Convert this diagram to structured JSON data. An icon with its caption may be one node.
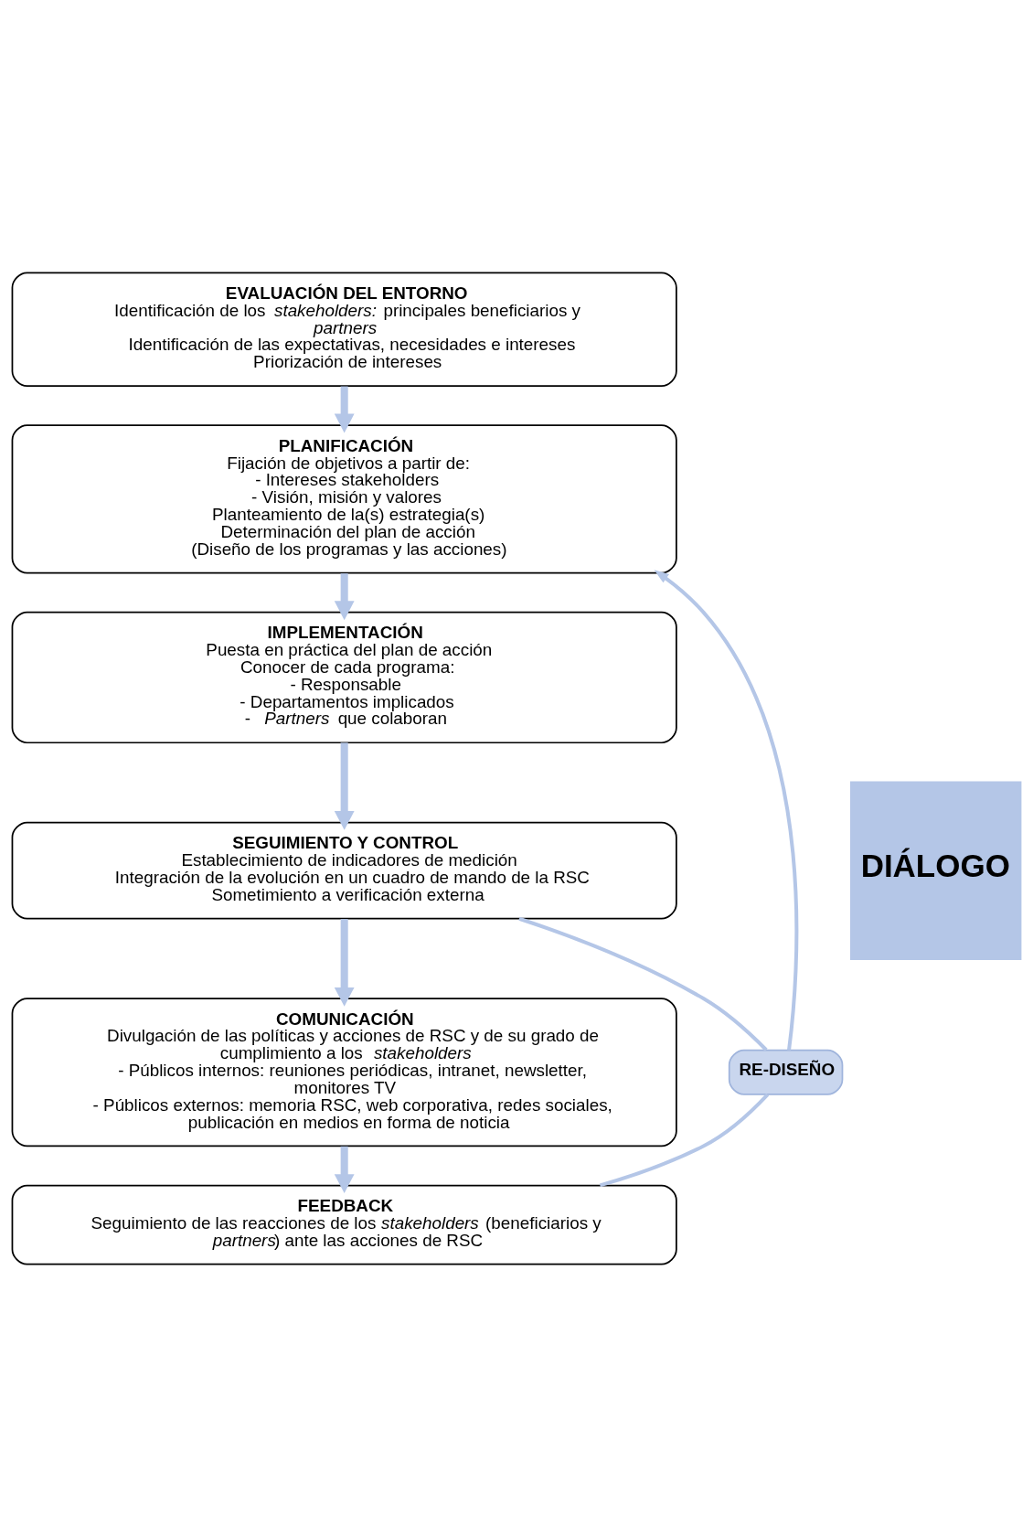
{
  "diagram": {
    "nodes": [
      {
        "text": [
          "EVALUACIÓN DEL ENTORNO",
          "Identificación de los *stakeholders:* principales beneficiarios y *partners*",
          "Identificación de las expectativas, necesidades e intereses",
          "Priorización de intereses"
        ]
      },
      {
        "text": [
          "PLANIFICACIÓN",
          "Fijación de objetivos a partir de:",
          "- Intereses stakeholders",
          "- Visión, misión y valores",
          "Planteamiento de la(s) estrategia(s)",
          "Determinación del plan de acción",
          "(Diseño de los programas y las acciones)"
        ]
      },
      {
        "text": [
          "IMPLEMENTACIÓN",
          "Puesta en práctica del plan de acción",
          "Conocer de cada programa:",
          "- Responsable",
          "- Departamentos implicados",
          "- *Partners* que colaboran"
        ]
      },
      {
        "text": [
          "SEGUIMIENTO Y CONTROL",
          "Establecimiento de indicadores de medición",
          "Integración de la evolución en un cuadro de mando de la RSC",
          "Sometimiento a verificación externa"
        ]
      },
      {
        "text": [
          "COMUNICACIÓN",
          "Divulgación de las políticas y acciones de RSC y de su grado de cumplimiento a los *stakeholders*",
          "- Públicos internos: reuniones periódicas, intranet, newsletter, monitores TV",
          "- Públicos externos: memoria RSC, web corporativa, redes sociales, publicación en medios en forma de noticia"
        ]
      },
      {
        "text": [
          "FEEDBACK",
          "Seguimiento de las reacciones de los *stakeholders* (beneficiarios y *partners*) ante las acciones de RSC"
        ]
      },
      {
        "text": [
          "DIÁLOGO"
        ]
      },
      {
        "text": [
          "RE-DISEÑO"
        ]
      }
    ],
    "edges": [
      {
        "from": 0,
        "to": 1,
        "arrow": "to"
      },
      {
        "from": 1,
        "to": 2,
        "arrow": "to"
      },
      {
        "from": 2,
        "to": 3,
        "arrow": "to"
      },
      {
        "from": 3,
        "to": 4,
        "arrow": "to"
      },
      {
        "from": 4,
        "to": 5,
        "arrow": "to"
      },
      {
        "from": 3,
        "to": 7,
        "arrow": "none"
      },
      {
        "from": 5,
        "to": 7,
        "arrow": "none"
      },
      {
        "from": 7,
        "to": 1,
        "arrow": "to"
      }
    ]
  }
}
